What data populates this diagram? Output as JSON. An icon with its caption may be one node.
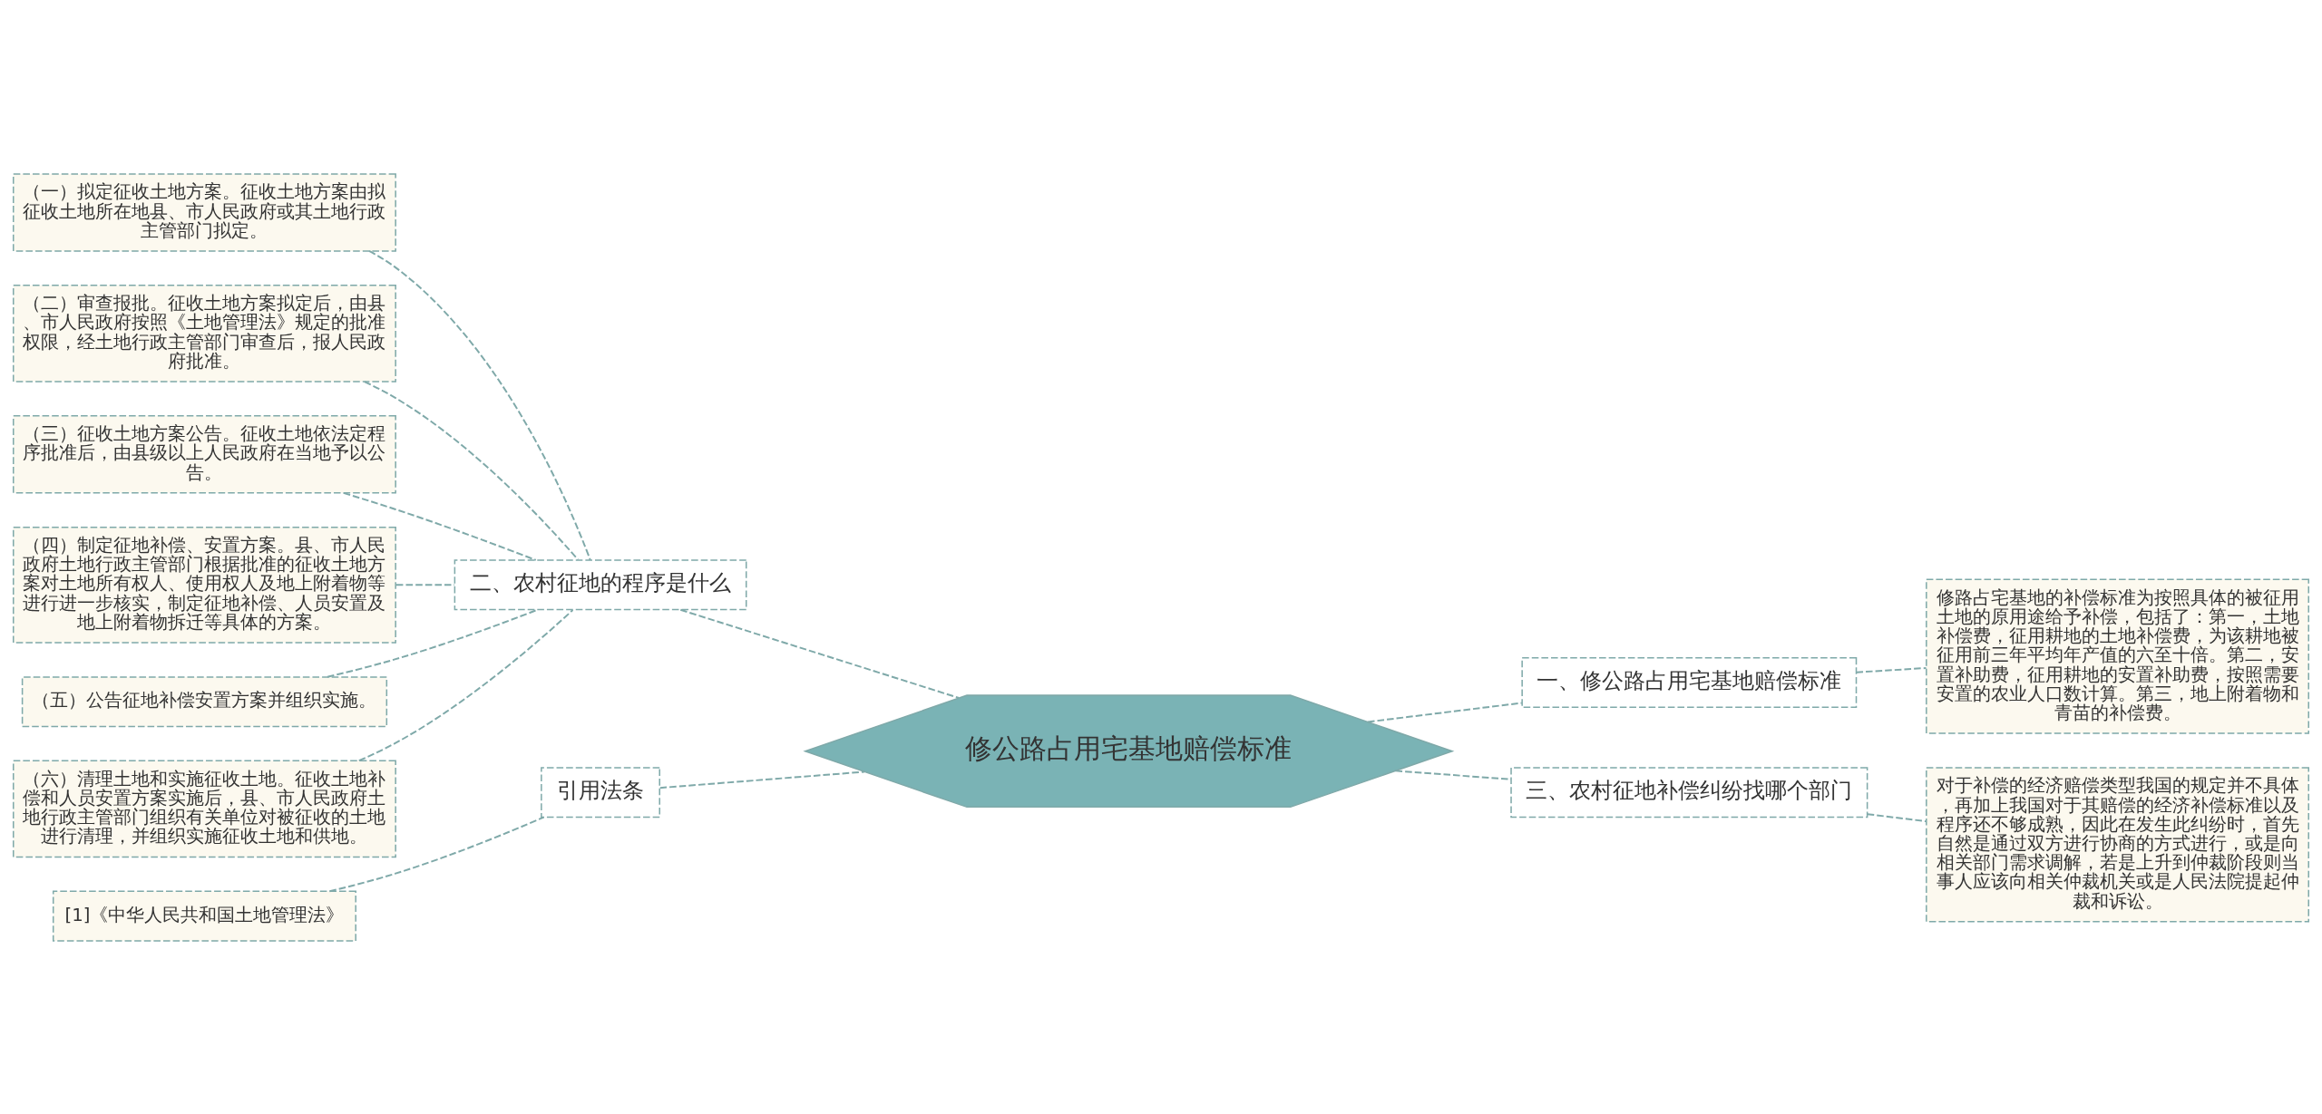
{
  "diagram": {
    "nodes": [
      {
        "text": [
          "修公路占用宅基地赔偿标准"
        ]
      },
      {
        "text": [
          "二、农村征地的程序是什么"
        ]
      },
      {
        "text": [
          "（一）拟定征收土地方案。征收土地方案由拟征收土地所在地县、市人民政府或其土地行政主管部门拟定。"
        ]
      },
      {
        "text": [
          "（二）审查报批。征收土地方案拟定后，由县、市人民政府按照《土地管理法》规定的批准权限，经土地行政主管部门审查后，报人民政府批准。"
        ]
      },
      {
        "text": [
          "（三）征收土地方案公告。征收土地依法定程序批准后，由县级以上人民政府在当地予以公告。"
        ]
      },
      {
        "text": [
          "（四）制定征地补偿、安置方案。县、市人民政府土地行政主管部门根据批准的征收土地方案对土地所有权人、使用权人及地上附着物等进行进一步核实，制定征地补偿、人员安置及地上附着物拆迁等具体的方案。"
        ]
      },
      {
        "text": [
          "（五）公告征地补偿安置方案并组织实施。"
        ]
      },
      {
        "text": [
          "（六）清理土地和实施征收土地。征收土地补偿和人员安置方案实施后，县、市人民政府土地行政主管部门组织有关单位对被征收的土地进行清理，并组织实施征收土地和供地。"
        ]
      },
      {
        "text": [
          "引用法条"
        ]
      },
      {
        "text": [
          "[1]《中华人民共和国土地管理法》"
        ]
      },
      {
        "text": [
          "一、修公路占用宅基地赔偿标准"
        ]
      },
      {
        "text": [
          "修路占宅基地的补偿标准为按照具体的被征用土地的原用途给予补偿，包括了：第一，土地补偿费，征用耕地的土地补偿费，为该耕地被征用前三年平均年产值的六至十倍。第二，安置补助费，征用耕地的安置补助费，按照需要安置的农业人口数计算。第三，地上附着物和青苗的补偿费。"
        ]
      },
      {
        "text": [
          "三、农村征地补偿纠纷找哪个部门"
        ]
      },
      {
        "text": [
          "对于补偿的经济赔偿类型我国的规定并不具体，再加上我国对于其赔偿的经济补偿标准以及程序还不够成熟，因此在发生此纠纷时，首先自然是通过双方进行协商的方式进行，或是向相关部门需求调解，若是上升到仲裁阶段则当事人应该向相关仲裁机关或是人民法院提起仲裁和诉讼。"
        ]
      }
    ],
    "edges": [
      {
        "from": 0,
        "to": 1,
        "arrow": "none",
        "style": "dashed"
      },
      {
        "from": 1,
        "to": 2,
        "arrow": "none",
        "style": "dashed"
      },
      {
        "from": 1,
        "to": 3,
        "arrow": "none",
        "style": "dashed"
      },
      {
        "from": 1,
        "to": 4,
        "arrow": "none",
        "style": "dashed"
      },
      {
        "from": 1,
        "to": 5,
        "arrow": "none",
        "style": "dashed"
      },
      {
        "from": 1,
        "to": 6,
        "arrow": "none",
        "style": "dashed"
      },
      {
        "from": 1,
        "to": 7,
        "arrow": "none",
        "style": "dashed"
      },
      {
        "from": 0,
        "to": 8,
        "arrow": "none",
        "style": "dashed"
      },
      {
        "from": 8,
        "to": 9,
        "arrow": "none",
        "style": "dashed"
      },
      {
        "from": 0,
        "to": 10,
        "arrow": "none",
        "style": "dashed"
      },
      {
        "from": 10,
        "to": 11,
        "arrow": "none",
        "style": "dashed"
      },
      {
        "from": 0,
        "to": 12,
        "arrow": "none",
        "style": "dashed"
      },
      {
        "from": 12,
        "to": 13,
        "arrow": "none",
        "style": "dashed"
      }
    ]
  }
}
